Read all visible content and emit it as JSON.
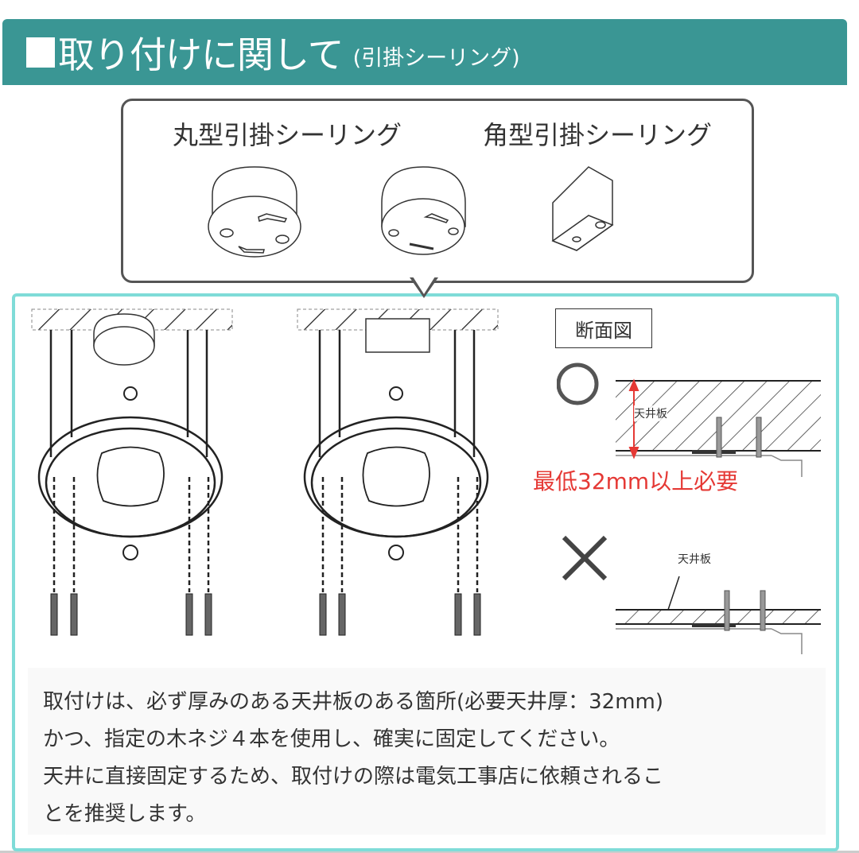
{
  "header": {
    "title": "取り付けに関して",
    "subtitle": "(引掛シーリング)",
    "bg_color": "#3a9694"
  },
  "bubble": {
    "round_label": "丸型引掛シーリング",
    "square_label": "角型引掛シーリング"
  },
  "section_view": {
    "label": "断面図",
    "ok_mark": "○",
    "ng_mark": "×",
    "ceiling_board_label": "天井板",
    "min_thickness_text": "最低32mm以上必要",
    "accent_color": "#e53935"
  },
  "note": {
    "lines": [
      "取付けは、必ず厚みのある天井板のある箇所(必要天井厚：32mm)",
      "かつ、指定の木ネジ４本を使用し、確実に固定してください。",
      "天井に直接固定するため、取付けの際は電気工事店に依頼されるこ",
      "とを推奨します。"
    ]
  },
  "colors": {
    "panel_border": "#7fdcd8"
  }
}
